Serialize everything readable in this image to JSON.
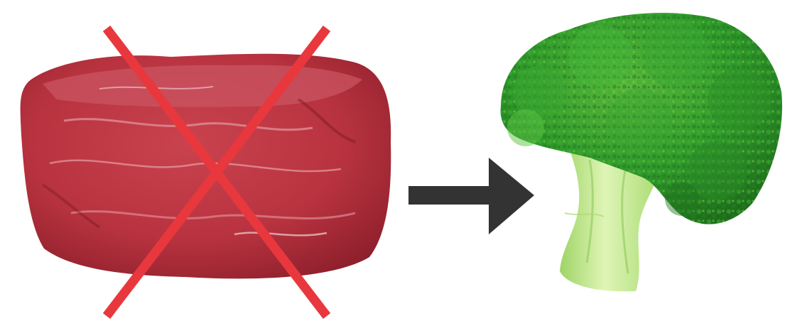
{
  "colors": {
    "background": "#ffffff",
    "meat_base": "#b8333f",
    "meat_dark": "#8e1f2c",
    "meat_light": "#d9707a",
    "cross_mark": "#e8383d",
    "arrow": "#333333",
    "broccoli_floret": "#2f9a2b",
    "broccoli_floret_dark": "#1e6e1c",
    "broccoli_floret_light": "#6cc53d",
    "broccoli_stem": "#b4e27c",
    "broccoli_stem_light": "#dff5b6"
  },
  "items": {
    "left": "raw-red-meat",
    "right": "broccoli"
  },
  "marks": {
    "left_overlay": "red-x-cross-mark",
    "connector": "right-arrow-icon"
  }
}
